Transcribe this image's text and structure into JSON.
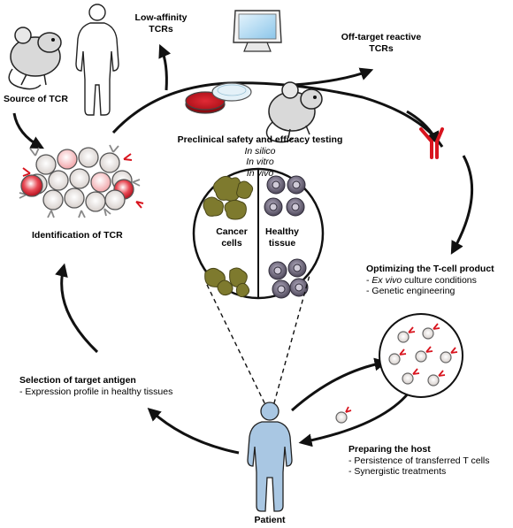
{
  "labels": {
    "source_of_tcr": "Source of TCR",
    "low_affinity_line1": "Low-affinity",
    "low_affinity_line2": "TCRs",
    "off_target_line1": "Off-target reactive",
    "off_target_line2": "TCRs",
    "preclinical_title": "Preclinical safety and efficacy testing",
    "in_silico": "In silico",
    "in_vitro": "In vitro",
    "in_vivo": "In vivo",
    "identification": "Identification of TCR",
    "cancer_line1": "Cancer",
    "cancer_line2": "cells",
    "healthy_line1": "Healthy",
    "healthy_line2": "tissue",
    "optimizing_title": "Optimizing the T-cell product",
    "opt_item1_italic": "Ex vivo",
    "opt_item1_rest": " culture conditions",
    "opt_item2": "- Genetic engineering",
    "selection_title": "Selection of target antigen",
    "selection_item": "- Expression profile in healthy tissues",
    "preparing_title": "Preparing the host",
    "prep_item1": "- Persistence of transferred T cells",
    "prep_item2": "- Synergistic treatments",
    "patient": "Patient"
  },
  "colors": {
    "tcr_red": "#d8141e",
    "dish_red": "#c8141c",
    "cancer_cell": "#7e7a2e",
    "healthy_cell": "#5a5466",
    "patient_fill": "#a9c7e3",
    "cell_gray": "#cfc8c4"
  }
}
